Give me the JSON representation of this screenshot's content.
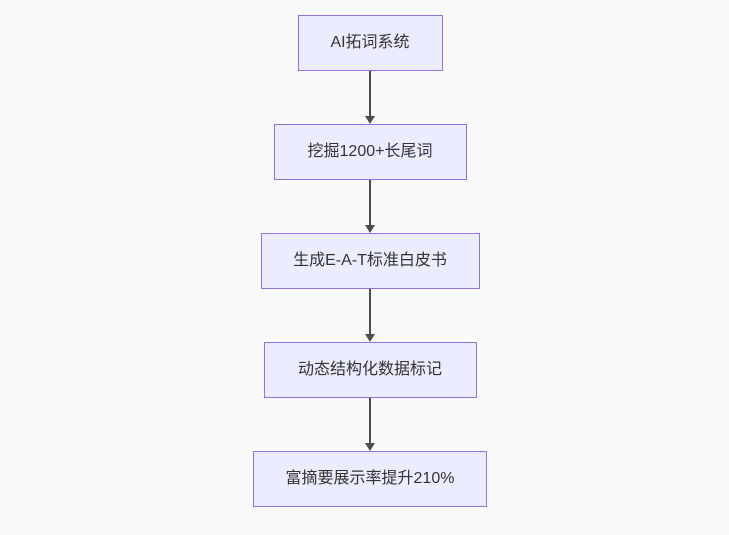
{
  "diagram": {
    "type": "flowchart",
    "direction": "top-down",
    "nodes": [
      {
        "id": "n1",
        "label": "AI拓词系统"
      },
      {
        "id": "n2",
        "label": "挖掘1200+长尾词"
      },
      {
        "id": "n3",
        "label": "生成E-A-T标准白皮书"
      },
      {
        "id": "n4",
        "label": "动态结构化数据标记"
      },
      {
        "id": "n5",
        "label": "富摘要展示率提升210%"
      }
    ],
    "edges": [
      {
        "from": "n1",
        "to": "n2"
      },
      {
        "from": "n2",
        "to": "n3"
      },
      {
        "from": "n3",
        "to": "n4"
      },
      {
        "from": "n4",
        "to": "n5"
      }
    ]
  },
  "colors": {
    "background": "#fafafa",
    "node-fill": "#ececff",
    "node-border": "#9370db",
    "node-text": "#333333",
    "edge": "#4d4d4d"
  }
}
